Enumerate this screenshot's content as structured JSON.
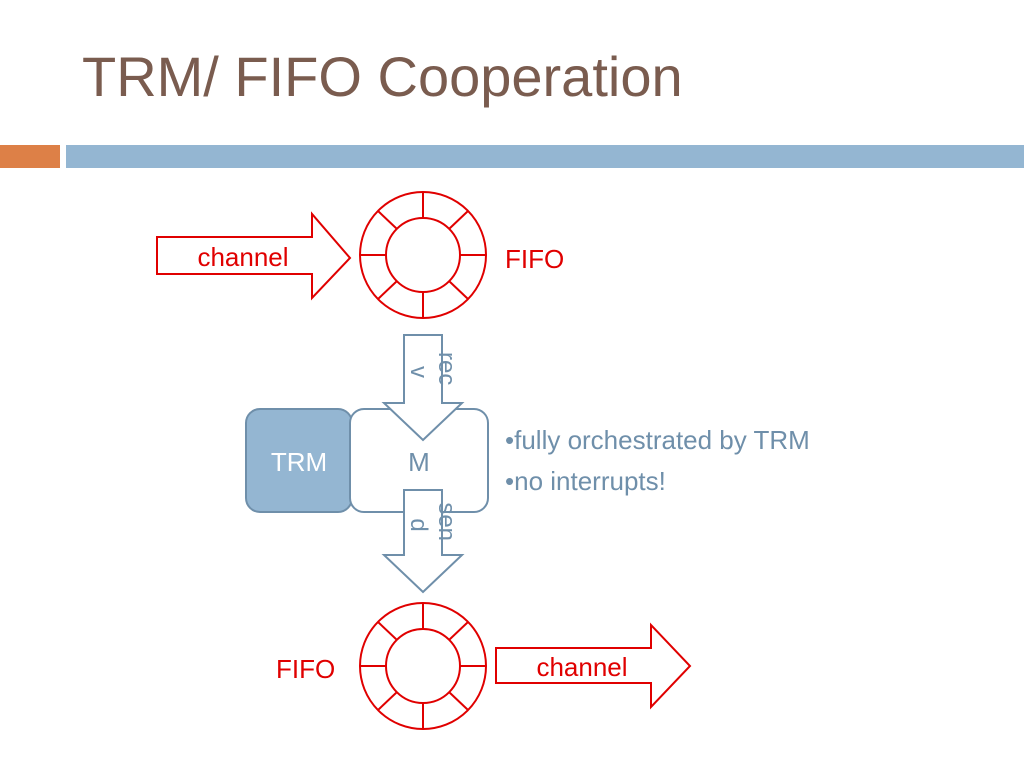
{
  "slide": {
    "title": "TRM/ FIFO Cooperation"
  },
  "diagram": {
    "input_channel_label": "channel",
    "input_fifo_label": "FIFO",
    "receive_arrow_label": "rec\nv",
    "trm_label": "TRM",
    "module_label": "M",
    "send_arrow_label": "sen\nd",
    "output_fifo_label": "FIFO",
    "output_channel_label": "channel",
    "notes": [
      "•fully orchestrated by TRM",
      "•no interrupts!"
    ]
  },
  "colors": {
    "title": "#7a5c4f",
    "accent_orange": "#dd8047",
    "accent_blue": "#94b6d2",
    "fifo_red": "#e00000",
    "trm_fill": "#94b6d2",
    "trm_border": "#6f8faa",
    "module_border": "#6f8faa",
    "note_text": "#6f8faa"
  }
}
